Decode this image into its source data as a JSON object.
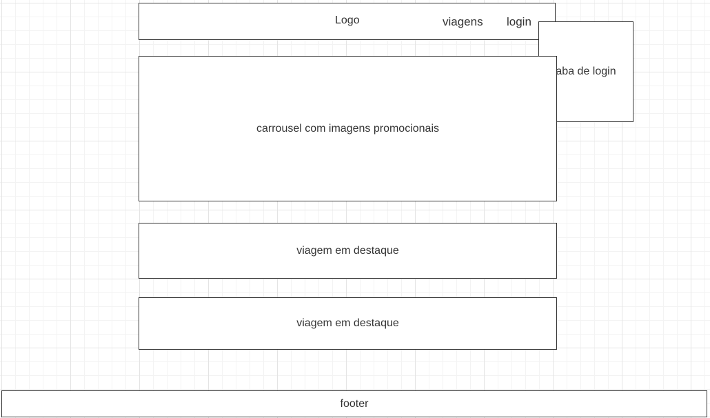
{
  "header": {
    "logo_label": "Logo",
    "nav_viagens": "viagens",
    "nav_login": "login"
  },
  "login_panel": {
    "label": "aba de login"
  },
  "carousel": {
    "label": "carrousel com imagens promocionais"
  },
  "featured": [
    {
      "label": "viagem em destaque"
    },
    {
      "label": "viagem em destaque"
    }
  ],
  "footer": {
    "label": "footer"
  }
}
